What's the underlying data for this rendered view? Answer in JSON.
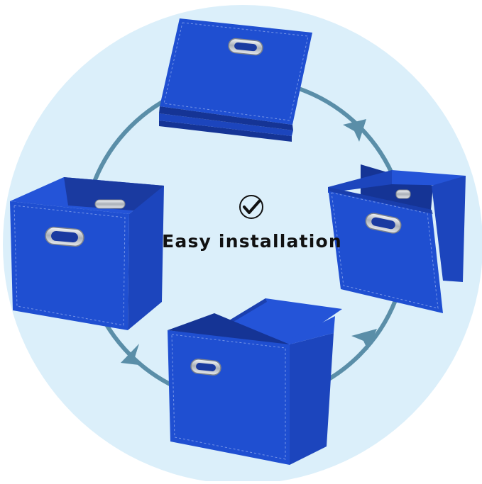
{
  "headline": "Easy installation",
  "colors": {
    "backdrop": "#dbeffa",
    "loop": "#5a8ea8",
    "box_front": "#1f4fd1",
    "box_side": "#1c45bd",
    "box_dark": "#153495",
    "box_inner": "#2454d8",
    "stitch": "#9ab2ef",
    "handle": "#cfd3da"
  },
  "icons": {
    "check": "check-circle-icon",
    "arrow": "arrowhead-icon",
    "handle": "metal-handle-icon"
  },
  "steps": [
    {
      "name": "folded-flat"
    },
    {
      "name": "unfolding"
    },
    {
      "name": "opening-flaps"
    },
    {
      "name": "assembled-cube"
    }
  ]
}
